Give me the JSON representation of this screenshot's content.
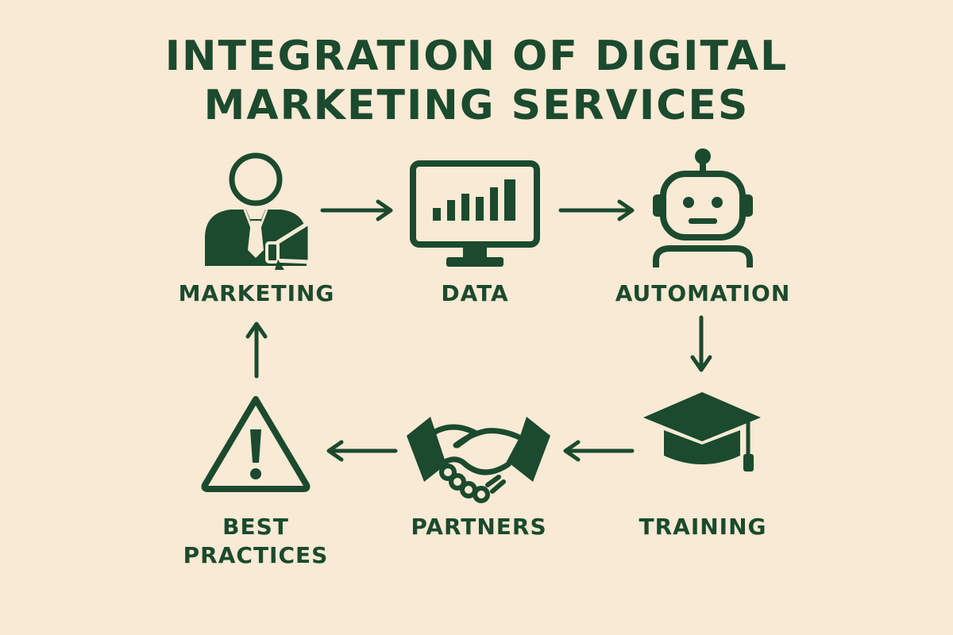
{
  "title": {
    "line1": "INTEGRATION OF DIGITAL",
    "line2": "MARKETING SERVICES"
  },
  "nodes": {
    "marketing": {
      "label": "MARKETING",
      "icon": "businessman-megaphone-icon"
    },
    "data": {
      "label": "DATA",
      "icon": "monitor-bar-chart-icon"
    },
    "automation": {
      "label": "AUTOMATION",
      "icon": "robot-icon"
    },
    "training": {
      "label": "TRAINING",
      "icon": "graduation-cap-icon"
    },
    "partners": {
      "label": "PARTNERS",
      "icon": "handshake-icon"
    },
    "best_practices": {
      "label_line1": "BEST",
      "label_line2": "PRACTICES",
      "icon": "warning-triangle-icon"
    }
  },
  "colors": {
    "background": "#f8ead4",
    "primary": "#1b4a2e"
  }
}
